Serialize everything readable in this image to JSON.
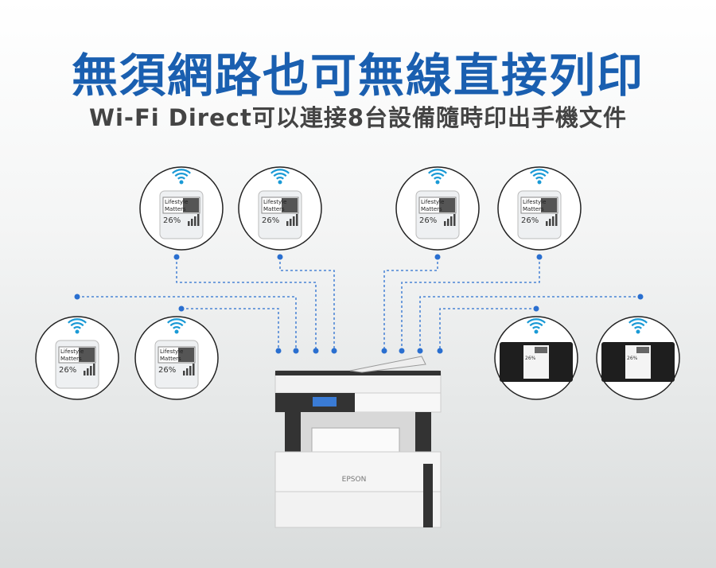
{
  "title": "無須網路也可無線直接列印",
  "subtitle": "Wi-Fi Direct可以連接8台設備隨時印出手機文件",
  "device_screen": {
    "headline_1": "Lifestyle",
    "headline_2": "Matters",
    "stat": "26%"
  },
  "printer": {
    "brand": "EPSON"
  },
  "colors": {
    "title": "#1a5fb0",
    "wifi": "#1a9ad6",
    "line": "#2a6fd0"
  }
}
